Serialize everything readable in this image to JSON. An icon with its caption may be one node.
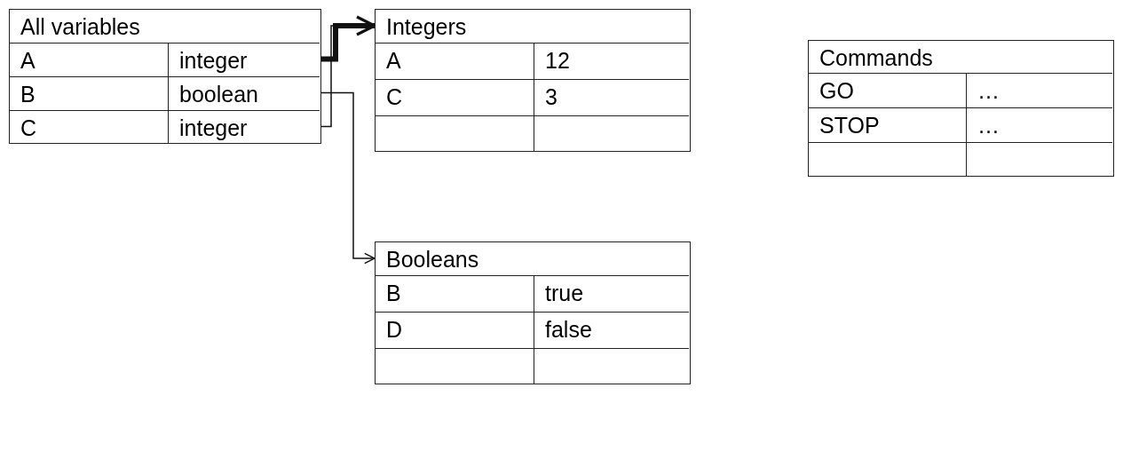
{
  "diagram": {
    "nodes": [
      {
        "text": [
          "All variables"
        ]
      },
      {
        "text": [
          "A"
        ],
        "in": 0
      },
      {
        "text": [
          "integer"
        ],
        "in": 0
      },
      {
        "text": [
          "B"
        ],
        "in": 0
      },
      {
        "text": [
          "boolean"
        ],
        "in": 0
      },
      {
        "text": [
          "C"
        ],
        "in": 0
      },
      {
        "text": [
          "integer"
        ],
        "in": 0
      },
      {
        "text": [
          "Integers"
        ]
      },
      {
        "text": [
          "A"
        ],
        "in": 7
      },
      {
        "text": [
          "12"
        ],
        "in": 7
      },
      {
        "text": [
          "C"
        ],
        "in": 7
      },
      {
        "text": [
          "3"
        ],
        "in": 7
      },
      {
        "text": [],
        "shape": "box",
        "in": 7
      },
      {
        "text": [],
        "shape": "box",
        "in": 7
      },
      {
        "text": [
          "Booleans"
        ]
      },
      {
        "text": [
          "B"
        ],
        "in": 14
      },
      {
        "text": [
          "true"
        ],
        "in": 14
      },
      {
        "text": [
          "D"
        ],
        "in": 14
      },
      {
        "text": [
          "false"
        ],
        "in": 14
      },
      {
        "text": [],
        "shape": "box",
        "in": 14
      },
      {
        "text": [],
        "shape": "box",
        "in": 14
      },
      {
        "text": [
          "Commands"
        ]
      },
      {
        "text": [
          "GO"
        ],
        "in": 21
      },
      {
        "text": [
          "…"
        ],
        "in": 21
      },
      {
        "text": [
          "STOP"
        ],
        "in": 21
      },
      {
        "text": [
          "…"
        ],
        "in": 21
      },
      {
        "text": [],
        "shape": "box",
        "in": 21
      },
      {
        "text": [],
        "shape": "box",
        "in": 21
      }
    ],
    "edges": [
      {
        "from": 2,
        "to": 7,
        "arrow": "to",
        "style": "thick"
      },
      {
        "from": 6,
        "to": 7,
        "arrow": "to"
      },
      {
        "from": 4,
        "to": 14,
        "arrow": "to"
      }
    ]
  }
}
